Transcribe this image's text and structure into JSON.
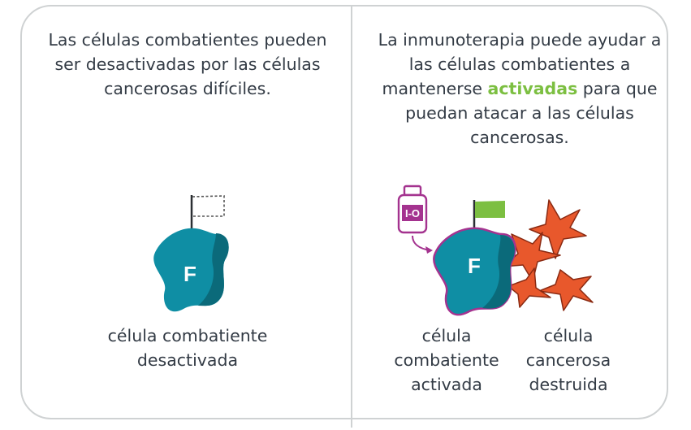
{
  "left": {
    "description": "Las células combatientes pueden ser desactivadas por las células cancerosas difíciles.",
    "cell_letter": "F",
    "caption_line1": "célula combatiente",
    "caption_line2": "desactivada"
  },
  "right": {
    "description_before": "La inmunoterapia puede ayudar a las células combatientes a mantenerse ",
    "description_highlight": "activadas",
    "description_after": " para que puedan atacar a las células cancerosas.",
    "vial_label": "I-O",
    "cell_letter": "F",
    "caption_fighter_line1": "célula",
    "caption_fighter_line2": "combatiente",
    "caption_fighter_line3": "activada",
    "caption_cancer_line1": "célula",
    "caption_cancer_line2": "cancerosa",
    "caption_cancer_line3": "destruida"
  },
  "colors": {
    "cell_teal": "#0f8ea4",
    "cell_dark": "#0b6a7a",
    "flag_green": "#7cbf41",
    "highlight_green": "#7cbf41",
    "immuno_purple": "#a4338f",
    "cancer_orange": "#e8582c",
    "border_gray": "#cfd2d3"
  }
}
